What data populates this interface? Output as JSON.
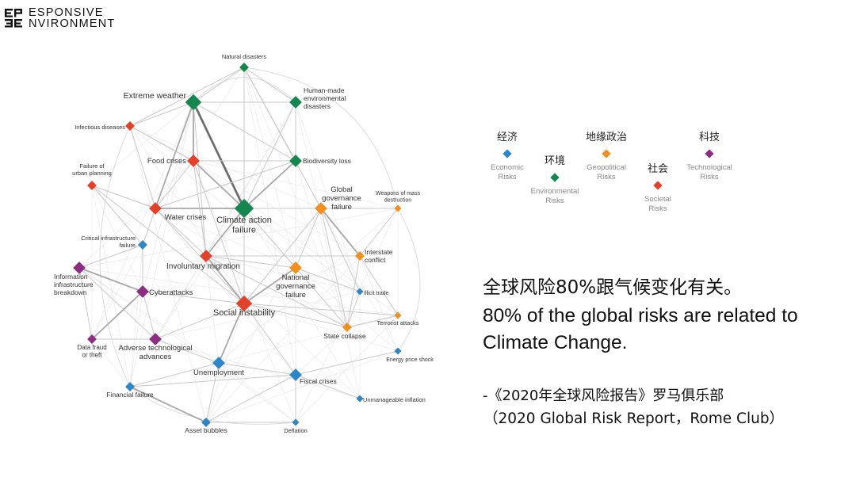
{
  "brand": {
    "line1": "ESPONSIVE",
    "line2": "NVIRONMENT"
  },
  "colors": {
    "economic": "#2e86c9",
    "environmental": "#14874e",
    "geopolitical": "#f0901e",
    "societal": "#e2412b",
    "technological": "#8e2e83",
    "edge": "#bdbdbd",
    "edge_strong": "#8c8c8c"
  },
  "legend": [
    {
      "key": "economic",
      "zh": "经济",
      "en1": "Economic",
      "en2": "Risks"
    },
    {
      "key": "environmental",
      "zh": "环境",
      "en1": "Environmental",
      "en2": "Risks"
    },
    {
      "key": "geopolitical",
      "zh": "地缘政治",
      "en1": "Geopolitical",
      "en2": "Risks"
    },
    {
      "key": "societal",
      "zh": "社会",
      "en1": "Societal",
      "en2": "Risks"
    },
    {
      "key": "technological",
      "zh": "科技",
      "en1": "Technological",
      "en2": "Risks"
    }
  ],
  "network": {
    "nodes": [
      {
        "id": "natural",
        "label": "Natural disasters",
        "cat": "environmental",
        "size": "s"
      },
      {
        "id": "extreme",
        "label": "Extreme weather",
        "cat": "environmental",
        "size": "l"
      },
      {
        "id": "humanmade",
        "label": "Human-made|environmental|disasters",
        "cat": "environmental",
        "size": "m"
      },
      {
        "id": "infectious",
        "label": "Infectious diseases",
        "cat": "societal",
        "size": "s"
      },
      {
        "id": "food",
        "label": "Food crises",
        "cat": "societal",
        "size": "m"
      },
      {
        "id": "biodiversity",
        "label": "Biodiversity loss",
        "cat": "environmental",
        "size": "m"
      },
      {
        "id": "urban",
        "label": "Failure of|urban planning",
        "cat": "societal",
        "size": "s"
      },
      {
        "id": "climate",
        "label": "Climate action|failure",
        "cat": "environmental",
        "size": "xl"
      },
      {
        "id": "governance",
        "label": "Global|governance|failure",
        "cat": "geopolitical",
        "size": "m"
      },
      {
        "id": "wmd",
        "label": "Weapons of mass|destruction",
        "cat": "geopolitical",
        "size": "xs"
      },
      {
        "id": "water",
        "label": "Water crises",
        "cat": "societal",
        "size": "m"
      },
      {
        "id": "infra",
        "label": "Critical infrastructure|failure",
        "cat": "economic",
        "size": "s"
      },
      {
        "id": "migration",
        "label": "Involuntary migration",
        "cat": "societal",
        "size": "m"
      },
      {
        "id": "interstate",
        "label": "Interstate|conflict",
        "cat": "geopolitical",
        "size": "s"
      },
      {
        "id": "infobreak",
        "label": "Information|infrastructure|breakdown",
        "cat": "technological",
        "size": "m"
      },
      {
        "id": "national",
        "label": "National|governance|failure",
        "cat": "geopolitical",
        "size": "m"
      },
      {
        "id": "cyber",
        "label": "Cyberattacks",
        "cat": "technological",
        "size": "m"
      },
      {
        "id": "illicit",
        "label": "Illicit trade",
        "cat": "economic",
        "size": "xs"
      },
      {
        "id": "social",
        "label": "Social instability",
        "cat": "societal",
        "size": "l"
      },
      {
        "id": "terrorist",
        "label": "Terrorist attacks",
        "cat": "geopolitical",
        "size": "xs"
      },
      {
        "id": "state",
        "label": "State collapse",
        "cat": "geopolitical",
        "size": "s"
      },
      {
        "id": "fraud",
        "label": "Data fraud|or theft",
        "cat": "technological",
        "size": "s"
      },
      {
        "id": "adverse",
        "label": "Adverse technological|advances",
        "cat": "technological",
        "size": "m"
      },
      {
        "id": "energy",
        "label": "Energy price shock",
        "cat": "economic",
        "size": "xs"
      },
      {
        "id": "unemployment",
        "label": "Unemployment",
        "cat": "economic",
        "size": "m"
      },
      {
        "id": "fiscal",
        "label": "Fiscal crises",
        "cat": "economic",
        "size": "m"
      },
      {
        "id": "financial",
        "label": "Financial failure",
        "cat": "economic",
        "size": "s"
      },
      {
        "id": "inflation",
        "label": "Unmanageable inflation",
        "cat": "economic",
        "size": "xs"
      },
      {
        "id": "asset",
        "label": "Asset bubbles",
        "cat": "economic",
        "size": "s"
      },
      {
        "id": "deflation",
        "label": "Deflation",
        "cat": "economic",
        "size": "xs"
      }
    ],
    "edges": [
      [
        "extreme",
        "climate",
        3
      ],
      [
        "extreme",
        "food",
        2
      ],
      [
        "extreme",
        "water",
        2
      ],
      [
        "extreme",
        "natural",
        1
      ],
      [
        "extreme",
        "humanmade",
        1
      ],
      [
        "extreme",
        "biodiversity",
        1
      ],
      [
        "extreme",
        "migration",
        1
      ],
      [
        "extreme",
        "infectious",
        1
      ],
      [
        "climate",
        "food",
        2
      ],
      [
        "climate",
        "water",
        2
      ],
      [
        "climate",
        "biodiversity",
        2
      ],
      [
        "climate",
        "humanmade",
        1
      ],
      [
        "climate",
        "natural",
        1
      ],
      [
        "climate",
        "migration",
        2
      ],
      [
        "climate",
        "social",
        1
      ],
      [
        "climate",
        "governance",
        1
      ],
      [
        "climate",
        "national",
        1
      ],
      [
        "food",
        "water",
        1
      ],
      [
        "food",
        "migration",
        1
      ],
      [
        "food",
        "social",
        1
      ],
      [
        "food",
        "biodiversity",
        1
      ],
      [
        "water",
        "migration",
        1
      ],
      [
        "water",
        "social",
        1
      ],
      [
        "water",
        "infra",
        1
      ],
      [
        "water",
        "urban",
        1
      ],
      [
        "biodiversity",
        "humanmade",
        1
      ],
      [
        "biodiversity",
        "natural",
        1
      ],
      [
        "biodiversity",
        "water",
        1
      ],
      [
        "migration",
        "social",
        2
      ],
      [
        "migration",
        "state",
        1
      ],
      [
        "migration",
        "national",
        1
      ],
      [
        "migration",
        "interstate",
        1
      ],
      [
        "social",
        "unemployment",
        2
      ],
      [
        "social",
        "national",
        2
      ],
      [
        "social",
        "fiscal",
        1
      ],
      [
        "social",
        "state",
        1
      ],
      [
        "social",
        "cyber",
        1
      ],
      [
        "social",
        "adverse",
        1
      ],
      [
        "social",
        "governance",
        1
      ],
      [
        "social",
        "terrorist",
        1
      ],
      [
        "governance",
        "interstate",
        2
      ],
      [
        "governance",
        "national",
        1
      ],
      [
        "governance",
        "state",
        1
      ],
      [
        "governance",
        "wmd",
        1
      ],
      [
        "governance",
        "illicit",
        1
      ],
      [
        "interstate",
        "state",
        1
      ],
      [
        "interstate",
        "wmd",
        1
      ],
      [
        "interstate",
        "terrorist",
        1
      ],
      [
        "national",
        "state",
        1
      ],
      [
        "national",
        "illicit",
        1
      ],
      [
        "state",
        "terrorist",
        1
      ],
      [
        "state",
        "illicit",
        1
      ],
      [
        "infobreak",
        "cyber",
        2
      ],
      [
        "infobreak",
        "adverse",
        1
      ],
      [
        "infobreak",
        "fraud",
        1
      ],
      [
        "infobreak",
        "infra",
        1
      ],
      [
        "cyber",
        "fraud",
        2
      ],
      [
        "cyber",
        "adverse",
        1
      ],
      [
        "cyber",
        "infra",
        1
      ],
      [
        "adverse",
        "unemployment",
        1
      ],
      [
        "adverse",
        "fraud",
        1
      ],
      [
        "unemployment",
        "fiscal",
        1
      ],
      [
        "unemployment",
        "financial",
        1
      ],
      [
        "unemployment",
        "asset",
        1
      ],
      [
        "fiscal",
        "financial",
        1
      ],
      [
        "fiscal",
        "asset",
        1
      ],
      [
        "fiscal",
        "deflation",
        1
      ],
      [
        "fiscal",
        "inflation",
        1
      ],
      [
        "fiscal",
        "energy",
        1
      ],
      [
        "financial",
        "asset",
        2
      ],
      [
        "asset",
        "deflation",
        1
      ],
      [
        "urban",
        "water",
        1
      ],
      [
        "urban",
        "infra",
        1
      ],
      [
        "urban",
        "social",
        1
      ],
      [
        "natural",
        "humanmade",
        1
      ],
      [
        "infectious",
        "food",
        1
      ],
      [
        "infectious",
        "water",
        1
      ],
      [
        "natural",
        "infectious",
        1
      ],
      [
        "natural",
        "governance",
        1
      ]
    ]
  },
  "headline_zh": "全球风险80%跟气候变化有关。",
  "headline_en": "80% of the global risks are related to Climate Change.",
  "source_zh": "-《2020年全球风险报告》罗马俱乐部",
  "source_en": "（2020 Global Risk Report，Rome Club）"
}
